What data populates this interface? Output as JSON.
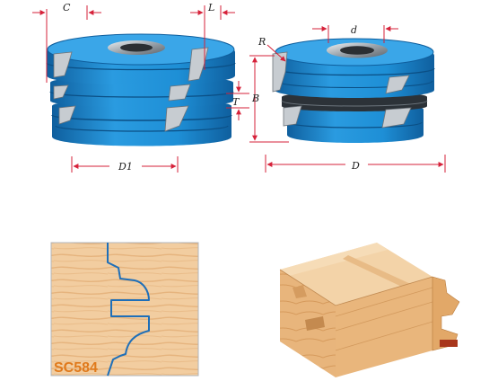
{
  "dimensions": {
    "c": "C",
    "l": "L",
    "r": "R",
    "d_small": "d",
    "b": "B",
    "t": "T",
    "d1": "D1",
    "d_big": "D"
  },
  "profile_sample": {
    "code": "SC584"
  },
  "colors": {
    "cutter_blue": "#1e8fd6",
    "cutter_blue_dark": "#0f5f9e",
    "cutter_blue_light": "#55b6ee",
    "steel": "#9aa3ab",
    "dim_red": "#d6223a",
    "wood_light": "#f2cda0",
    "wood_mid": "#e2ad74",
    "profile_line": "#1f6fb8",
    "code_orange": "#e07a1c"
  }
}
